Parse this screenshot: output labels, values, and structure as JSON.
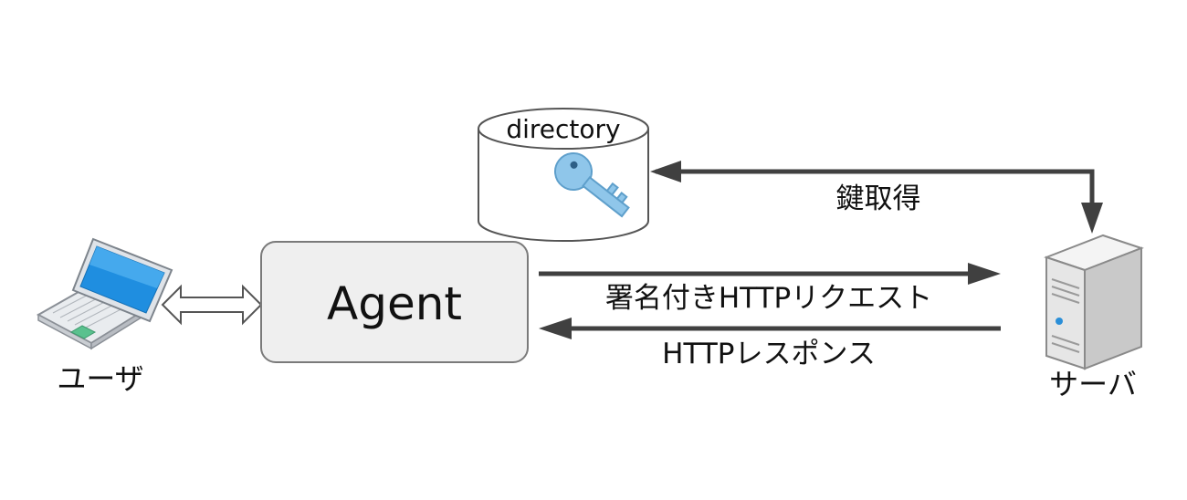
{
  "nodes": {
    "user": {
      "label": "ユーザ",
      "icon": "laptop-icon"
    },
    "agent": {
      "label": "Agent"
    },
    "directory": {
      "label": "directory",
      "icon": "key-icon"
    },
    "server": {
      "label": "サーバ",
      "icon": "server-icon"
    }
  },
  "edges": {
    "key_fetch": {
      "label": "鍵取得"
    },
    "signed_request": {
      "label": "署名付きHTTPリクエスト"
    },
    "response": {
      "label": "HTTPレスポンス"
    }
  },
  "colors": {
    "arrow": "#404040",
    "agent_fill": "#efefef",
    "agent_stroke": "#7a7a7a",
    "key": "#8fc6ea",
    "laptop_screen": "#1f8ee0",
    "server_body": "#e6e6e6"
  }
}
